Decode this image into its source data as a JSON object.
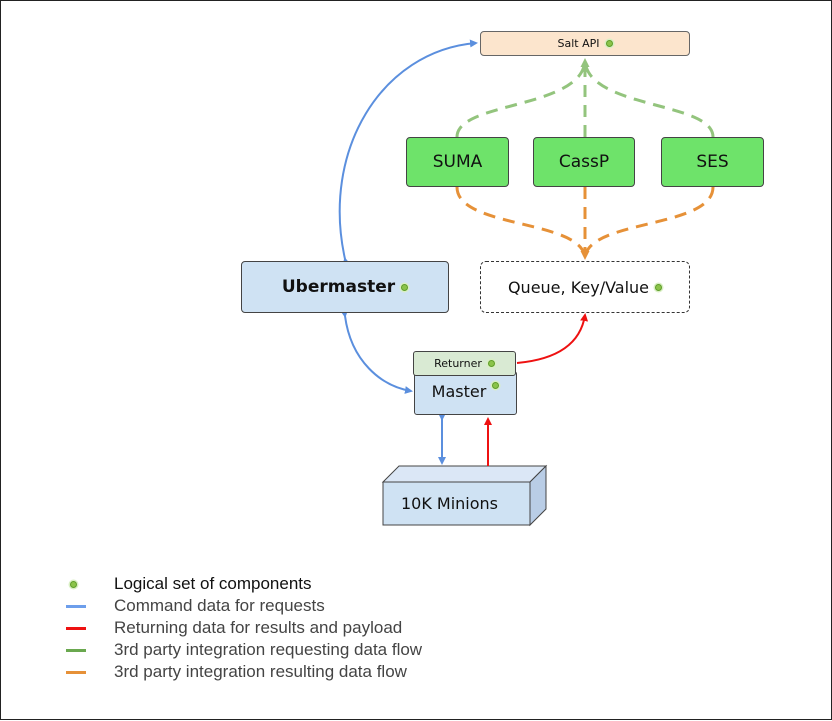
{
  "nodes": {
    "salt_api": "Salt API",
    "suma": "SUMA",
    "cassp": "CassP",
    "ses": "SES",
    "ubermaster": "Ubermaster",
    "queue": "Queue, Key/Value",
    "returner": "Returner",
    "master": "Master",
    "minions": "10K Minions"
  },
  "legend": [
    {
      "key": "dot",
      "color": "#8bc34a",
      "label": "Logical set of components"
    },
    {
      "key": "line",
      "color": "#6d9eeb",
      "label": "Command data for requests"
    },
    {
      "key": "line",
      "color": "#ee1111",
      "label": "Returning data for results and payload"
    },
    {
      "key": "line",
      "color": "#6aa84f",
      "label": "3rd party integration requesting data flow"
    },
    {
      "key": "line",
      "color": "#e69138",
      "label": "3rd party integration resulting data flow"
    }
  ],
  "colors": {
    "command": "#5b8fde",
    "returning": "#ee1111",
    "requesting": "#93c47d",
    "resulting": "#e69138",
    "component_dot": "#8bc34a"
  }
}
